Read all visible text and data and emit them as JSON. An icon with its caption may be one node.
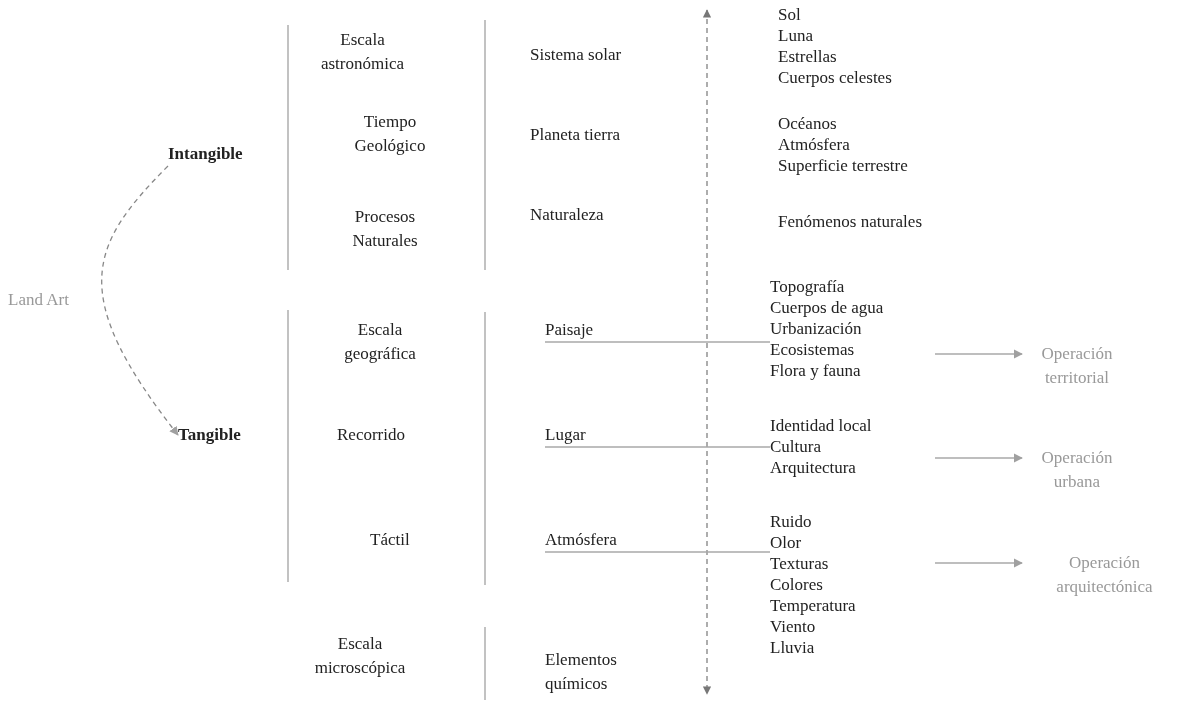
{
  "diagram": {
    "nodes": [
      {
        "text": [
          "Intangible"
        ]
      },
      {
        "text": [
          "Tangible"
        ]
      },
      {
        "text": [
          "Paisaje"
        ]
      },
      {
        "text": [
          "Topografía",
          "Cuerpos de agua",
          "Urbanización",
          "Ecosistemas",
          "Flora y fauna"
        ]
      },
      {
        "text": [
          "Operación territorial"
        ]
      },
      {
        "text": [
          "Lugar"
        ]
      },
      {
        "text": [
          "Identidad local",
          "Cultura",
          "Arquitectura"
        ]
      },
      {
        "text": [
          "Operación urbana"
        ]
      },
      {
        "text": [
          "Atmósfera"
        ]
      },
      {
        "text": [
          "Ruido",
          "Olor",
          "Texturas",
          "Colores",
          "Temperatura",
          "Viento",
          "Lluvia"
        ]
      },
      {
        "text": [
          "Operación arquitectónica"
        ]
      }
    ],
    "edges": [
      {
        "from": 0,
        "to": 1,
        "arrow": "to",
        "style": "dashed",
        "label": "Land Art"
      },
      {
        "from": 2,
        "to": 3,
        "arrow": "none"
      },
      {
        "from": 3,
        "to": 4,
        "arrow": "to"
      },
      {
        "from": 5,
        "to": 6,
        "arrow": "none"
      },
      {
        "from": 6,
        "to": 7,
        "arrow": "to"
      },
      {
        "from": 8,
        "to": 9,
        "arrow": "none"
      },
      {
        "from": 9,
        "to": 10,
        "arrow": "to"
      }
    ],
    "labels": [
      "Escala astronómica",
      "Sistema solar",
      "Sol",
      "Luna",
      "Estrellas",
      "Cuerpos celestes",
      "Tiempo Geológico",
      "Planeta tierra",
      "Océanos",
      "Atmósfera",
      "Superficie terrestre",
      "Procesos Naturales",
      "Naturaleza",
      "Fenómenos naturales",
      "Escala geográfica",
      "Recorrido",
      "Táctil",
      "Escala microscópica",
      "Elementos químicos"
    ]
  }
}
